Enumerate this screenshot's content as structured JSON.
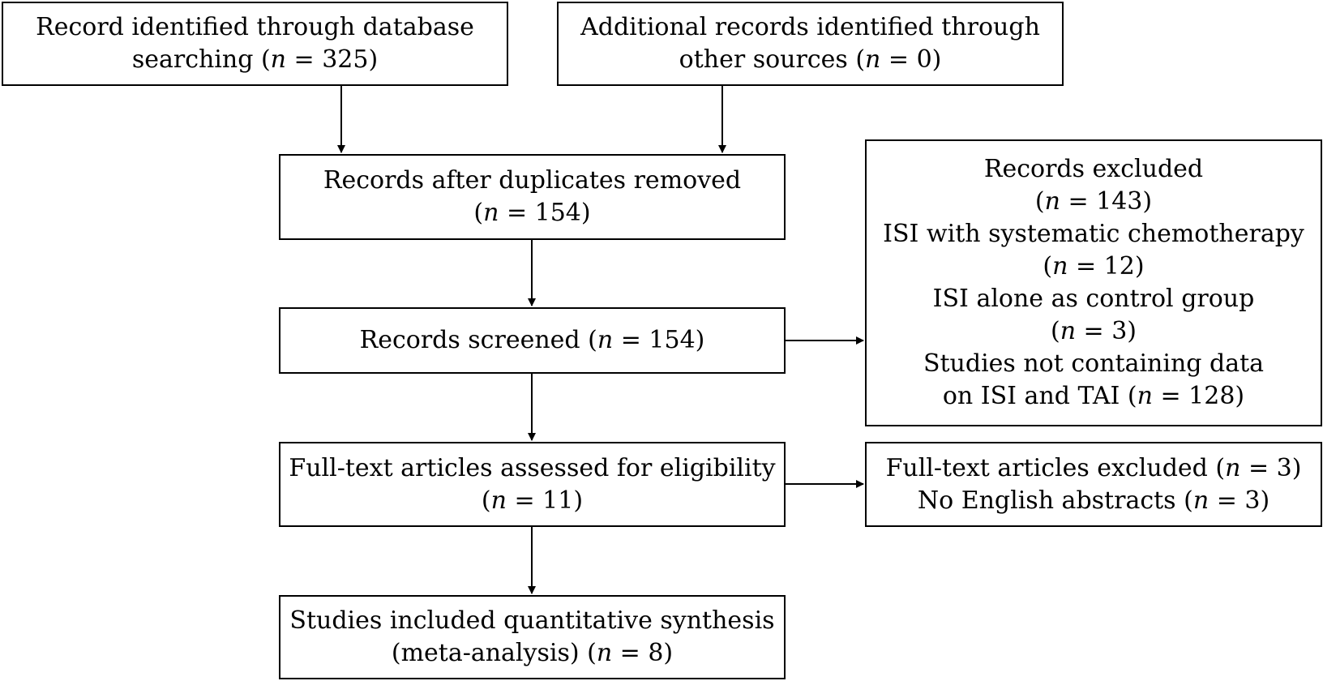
{
  "boxes": {
    "database": {
      "lines": [
        {
          "pre": "Record identified through database",
          "n": "",
          "post": ""
        },
        {
          "pre": "searching (",
          "n": "n",
          "post": " = 325)"
        }
      ]
    },
    "other_sources": {
      "lines": [
        {
          "pre": "Additional records identified through",
          "n": "",
          "post": ""
        },
        {
          "pre": "other sources (",
          "n": "n",
          "post": " = 0)"
        }
      ]
    },
    "duplicates_removed": {
      "lines": [
        {
          "pre": "Records after duplicates removed",
          "n": "",
          "post": ""
        },
        {
          "pre": "(",
          "n": "n",
          "post": " = 154)"
        }
      ]
    },
    "screened": {
      "lines": [
        {
          "pre": "Records screened (",
          "n": "n",
          "post": " = 154)"
        }
      ]
    },
    "excluded": {
      "lines": [
        {
          "pre": "Records excluded",
          "n": "",
          "post": ""
        },
        {
          "pre": "(",
          "n": "n",
          "post": " = 143)"
        },
        {
          "pre": "ISI with systematic chemotherapy",
          "n": "",
          "post": ""
        },
        {
          "pre": "(",
          "n": "n",
          "post": " = 12)"
        },
        {
          "pre": "ISI alone as control group",
          "n": "",
          "post": ""
        },
        {
          "pre": "(",
          "n": "n",
          "post": " = 3)"
        },
        {
          "pre": "Studies not containing data",
          "n": "",
          "post": ""
        },
        {
          "pre": "on ISI and TAI (",
          "n": "n",
          "post": " = 128)"
        }
      ]
    },
    "full_text": {
      "lines": [
        {
          "pre": "Full-text articles assessed for eligibility",
          "n": "",
          "post": ""
        },
        {
          "pre": "(",
          "n": "n",
          "post": " = 11)"
        }
      ]
    },
    "full_text_excluded": {
      "lines": [
        {
          "pre": "Full-text articles excluded (",
          "n": "n",
          "post": " = 3)"
        },
        {
          "pre": "No English abstracts (",
          "n": "n",
          "post": " = 3)"
        }
      ]
    },
    "included": {
      "lines": [
        {
          "pre": "Studies included quantitative synthesis",
          "n": "",
          "post": ""
        },
        {
          "pre": "(meta-analysis) (",
          "n": "n",
          "post": " = 8)"
        }
      ]
    }
  }
}
